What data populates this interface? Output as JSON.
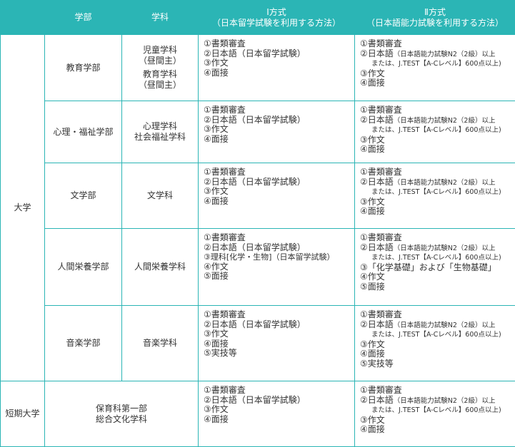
{
  "header": {
    "faculty": "学部",
    "department": "学科",
    "method1_title": "Ⅰ方式",
    "method1_sub": "（日本留学試験を利用する方法）",
    "method2_title": "Ⅱ方式",
    "method2_sub": "（日本語能力試験を利用する方法）"
  },
  "groups": {
    "university": "大学",
    "junior_college": "短期大学"
  },
  "rows": {
    "education": {
      "faculty": "教育学部",
      "dept1": "児童学科",
      "dept1_sub": "（昼間主）",
      "dept2": "教育学科",
      "dept2_sub": "（昼間主）",
      "m1": [
        "①書類審査",
        "②日本語（日本留学試験）",
        "③作文",
        "④面接"
      ],
      "m2_first": "①書類審査",
      "m2_lang": "②日本語",
      "m2_lang_note": "（日本語能力試験N2（2級）以上",
      "m2_lang_alt": "または、J.TEST【A-Cレベル】600点以上)",
      "m2_rest": [
        "③作文",
        "④面接"
      ]
    },
    "psychology": {
      "faculty": "心理・福祉学部",
      "dept1": "心理学科",
      "dept2": "社会福祉学科",
      "m1": [
        "①書類審査",
        "②日本語（日本留学試験）",
        "③作文",
        "④面接"
      ],
      "m2_first": "①書類審査",
      "m2_lang": "②日本語",
      "m2_lang_note": "（日本語能力試験N2（2級）以上",
      "m2_lang_alt": "または、J.TEST【A-Cレベル】600点以上)",
      "m2_rest": [
        "③作文",
        "④面接"
      ]
    },
    "literature": {
      "faculty": "文学部",
      "dept1": "文学科",
      "m1": [
        "①書類審査",
        "②日本語（日本留学試験）",
        "③作文",
        "④面接"
      ],
      "m2_first": "①書類審査",
      "m2_lang": "②日本語",
      "m2_lang_note": "（日本語能力試験N2（2級）以上",
      "m2_lang_alt": "または、J.TEST【A-Cレベル】600点以上)",
      "m2_rest": [
        "③作文",
        "④面接"
      ]
    },
    "nutrition": {
      "faculty": "人間栄養学部",
      "dept1": "人間栄養学科",
      "m1": [
        "①書類審査",
        "②日本語（日本留学試験）",
        "③理科[化学・生物]（日本留学試験）",
        "④作文",
        "⑤面接"
      ],
      "m2_first": "①書類審査",
      "m2_lang": "②日本語",
      "m2_lang_note": "（日本語能力試験N2（2級）以上",
      "m2_lang_alt": "または、J.TEST【A-Cレベル】600点以上)",
      "m2_rest": [
        "③「化学基礎」および「生物基礎」",
        "④作文",
        "⑤面接"
      ]
    },
    "music": {
      "faculty": "音楽学部",
      "dept1": "音楽学科",
      "m1": [
        "①書類審査",
        "②日本語（日本留学試験）",
        "③作文",
        "④面接",
        "⑤実技等"
      ],
      "m2_first": "①書類審査",
      "m2_lang": "②日本語",
      "m2_lang_note": "（日本語能力試験N2（2級）以上",
      "m2_lang_alt": "または、J.TEST【A-Cレベル】600点以上)",
      "m2_rest": [
        "③作文",
        "④面接",
        "⑤実技等"
      ]
    },
    "junior": {
      "dept1": "保育科第一部",
      "dept2": "総合文化学科",
      "m1": [
        "①書類審査",
        "②日本語（日本留学試験）",
        "③作文",
        "④面接"
      ],
      "m2_first": "①書類審査",
      "m2_lang": "②日本語",
      "m2_lang_note": "（日本語能力試験N2（2級）以上",
      "m2_lang_alt": "または、J.TEST【A-Cレベル】600点以上)",
      "m2_rest": [
        "③作文",
        "④面接"
      ]
    }
  },
  "colors": {
    "accent": "#2bb5b5",
    "text": "#333333",
    "header_text": "#ffffff"
  }
}
